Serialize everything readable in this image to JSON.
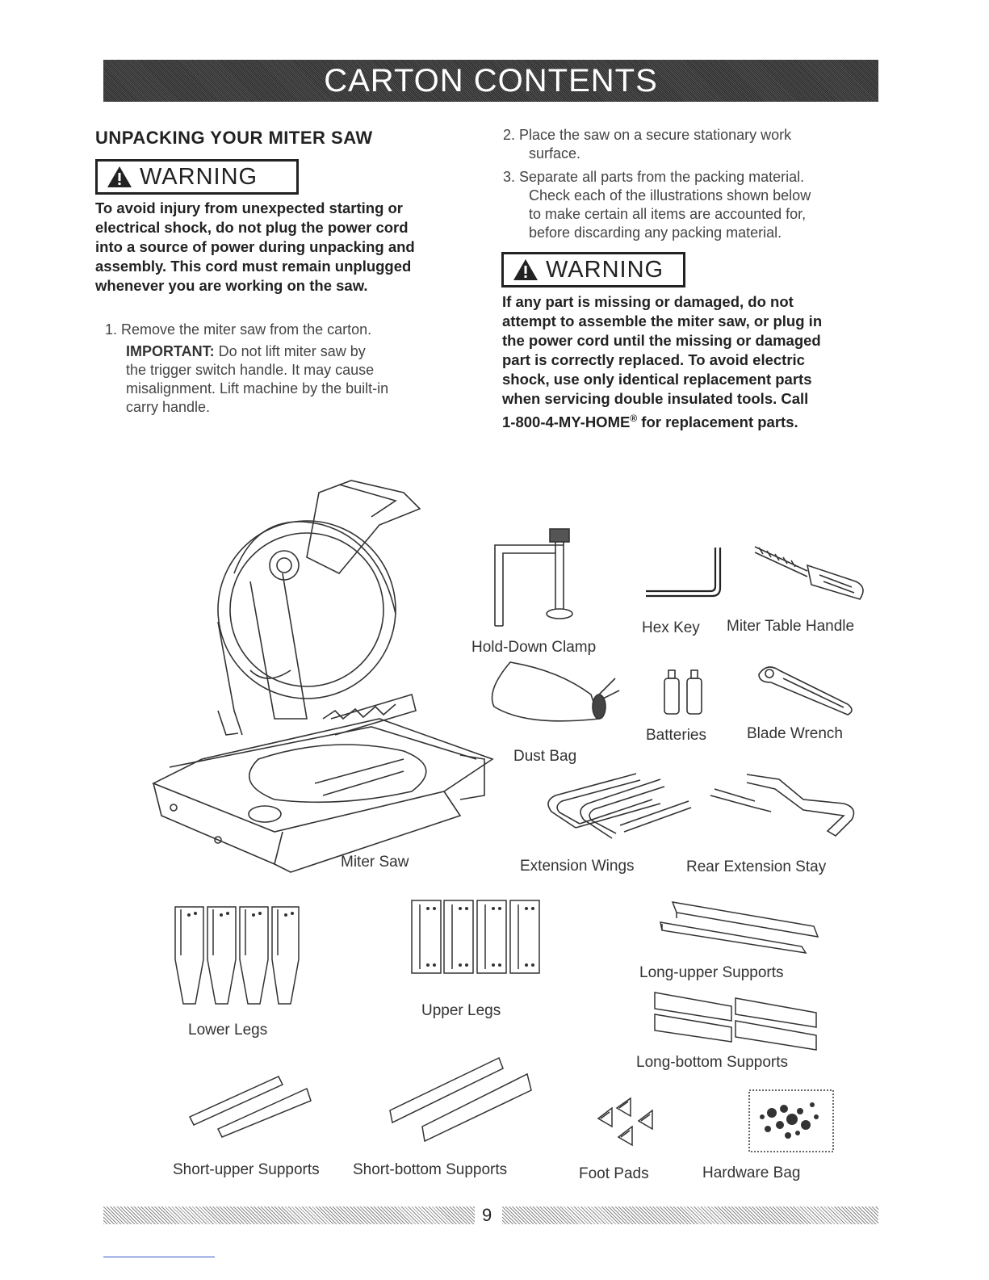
{
  "header": {
    "title": "CARTON CONTENTS"
  },
  "left": {
    "heading": "UNPACKING YOUR MITER SAW",
    "warning_label": "WARNING",
    "warning_text": [
      "To avoid injury from unexpected starting or",
      "electrical shock, do not plug the power cord",
      "into a source of power during unpacking and",
      "assembly. This cord must remain unplugged",
      "whenever you are working on the saw."
    ],
    "step1": "1.  Remove the miter saw from the carton.",
    "important_label": "IMPORTANT:",
    "important_text_first": " Do not lift miter saw by",
    "important_lines": [
      "the trigger switch handle. It may cause",
      "misalignment. Lift machine by the built-in",
      "carry handle."
    ]
  },
  "right": {
    "step2": [
      "2.  Place the saw on a secure stationary work",
      "surface."
    ],
    "step3": [
      "3.  Separate all parts from the packing material.",
      "Check each of the illustrations shown below",
      "to make certain all items are accounted for,",
      "before discarding any packing material."
    ],
    "warning_label": "WARNING",
    "warning_text": [
      "If any part is missing or damaged, do not",
      "attempt to assemble the miter saw, or plug in",
      "the power cord until the missing or damaged",
      "part is correctly replaced. To avoid electric",
      "shock, use only identical replacement parts",
      "when servicing double insulated tools. Call"
    ],
    "warning_last_prefix": "1-800-4-MY-HOME",
    "warning_last_reg": "®",
    "warning_last_suffix": " for replacement parts."
  },
  "parts": {
    "hold_down_clamp": "Hold-Down Clamp",
    "hex_key": "Hex Key",
    "miter_table_handle": "Miter Table Handle",
    "dust_bag": "Dust Bag",
    "batteries": "Batteries",
    "blade_wrench": "Blade Wrench",
    "miter_saw": "Miter Saw",
    "extension_wings": "Extension Wings",
    "rear_extension_stay": "Rear Extension Stay",
    "lower_legs": "Lower Legs",
    "upper_legs": "Upper Legs",
    "long_upper_supports": "Long-upper Supports",
    "long_bottom_supports": "Long-bottom Supports",
    "short_upper_supports": "Short-upper Supports",
    "short_bottom_supports": "Short-bottom Supports",
    "foot_pads": "Foot Pads",
    "hardware_bag": "Hardware Bag"
  },
  "footer": {
    "page_number": "9"
  }
}
